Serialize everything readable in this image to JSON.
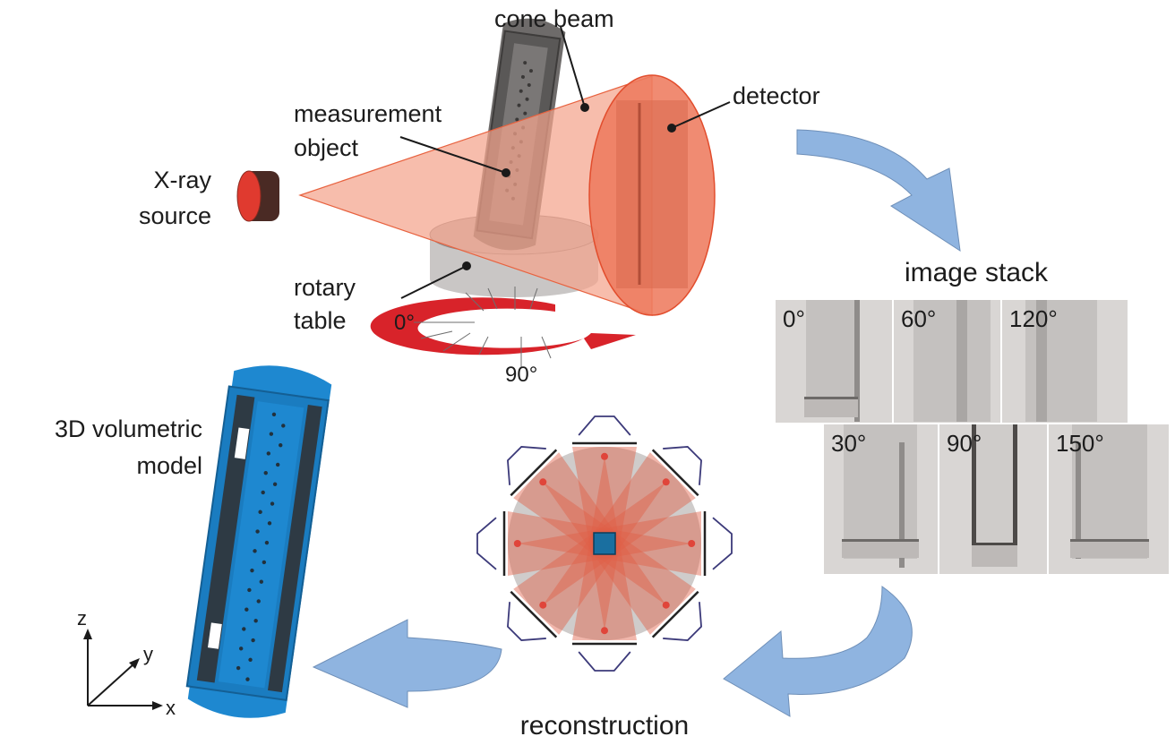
{
  "labels": {
    "cone_beam": "cone beam",
    "measurement_object_line1": "measurement",
    "measurement_object_line2": "object",
    "detector": "detector",
    "xray_source_line1": "X-ray",
    "xray_source_line2": "source",
    "rotary_table_line1": "rotary",
    "rotary_table_line2": "table",
    "angle_0": "0°",
    "angle_90": "90°",
    "image_stack": "image stack",
    "model_line1": "3D volumetric",
    "model_line2": "model",
    "reconstruction": "reconstruction",
    "axis_x": "x",
    "axis_y": "y",
    "axis_z": "z"
  },
  "image_stack": [
    {
      "angle": "0°"
    },
    {
      "angle": "60°"
    },
    {
      "angle": "120°"
    },
    {
      "angle": "30°"
    },
    {
      "angle": "90°"
    },
    {
      "angle": "150°"
    }
  ],
  "colors": {
    "beam": "#f4a48c",
    "detector": "#ee7b5e",
    "source_face": "#e03a2f",
    "rotation_arrow": "#d8232a",
    "flow_arrow": "#8fb4e0",
    "model_blue": "#1e88d0",
    "reconstruction_object": "#1a6fa0"
  }
}
